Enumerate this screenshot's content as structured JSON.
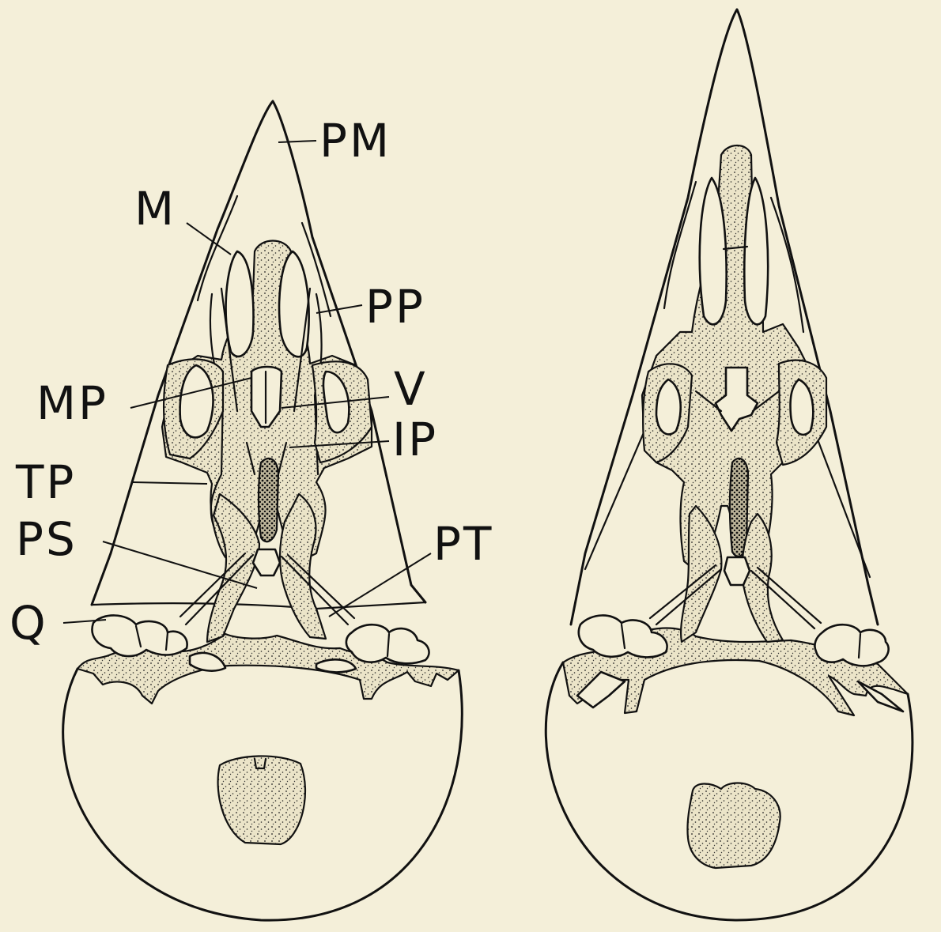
{
  "labels": {
    "pm": "PM",
    "m": "M",
    "pp": "PP",
    "mp": "MP",
    "v": "V",
    "ip": "IP",
    "tp": "TP",
    "ps": "PS",
    "pt": "PT",
    "q": "Q"
  },
  "colors": {
    "paper": "#f4efd9",
    "ink": "#111111"
  }
}
